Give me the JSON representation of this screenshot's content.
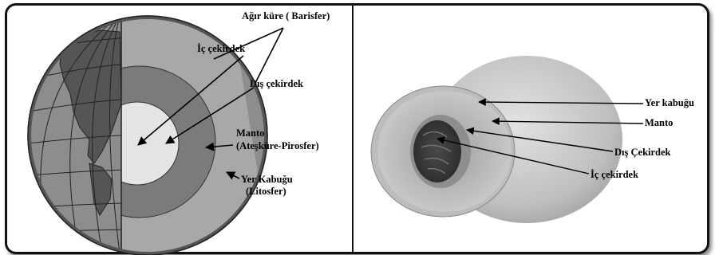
{
  "earth": {
    "barisfer_label": "Ağır küre ( Barisfer)",
    "ic_cekirdek_label": "İç çekirdek",
    "dis_cekirdek_label": "Dış çekirdek",
    "manto_label": "Manto",
    "manto_sub_label": "(Ateşküre-Pirosfer)",
    "yer_kabugu_label": "Yer Kabuğu",
    "yer_kabugu_sub_label": "(Litosfer)"
  },
  "peach": {
    "yer_kabugu_label": "Yer kabuğu",
    "manto_label": "Manto",
    "dis_cekirdek_label": "Dış Çekirdek",
    "ic_cekirdek_label": "İç çekirdek"
  }
}
